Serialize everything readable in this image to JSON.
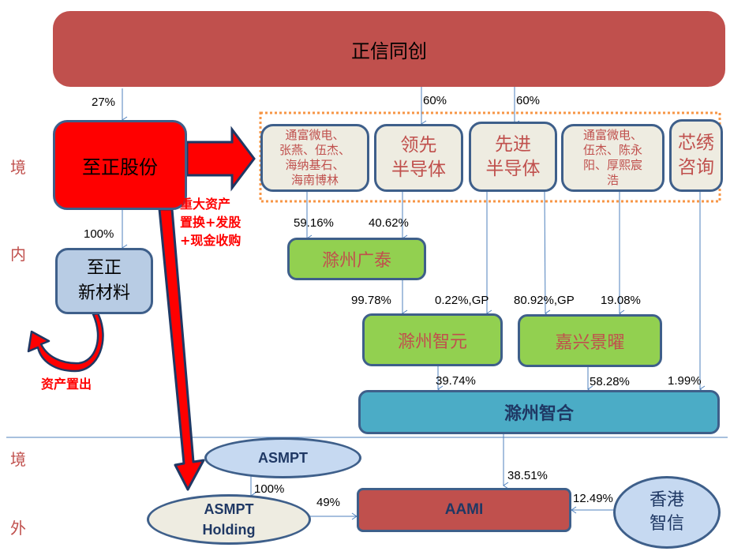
{
  "colors": {
    "top_fill": "#c0504d",
    "zhizheng_fill": "#ff0000",
    "shareholder_fill": "#eeece1",
    "shareholder_text": "#c0504d",
    "green_fill": "#92d050",
    "teal_fill": "#4bacc6",
    "light_blue_fill": "#b8cce4",
    "border": "#3e5f8a",
    "connector": "#4f81bd",
    "dotted_group": "#f79646",
    "red_arrow": "#ff0000"
  },
  "side_labels": {
    "domestic": [
      "境",
      "内"
    ],
    "overseas": [
      "境",
      "外"
    ]
  },
  "nodes": {
    "zhengxin": "正信同创",
    "zhizheng_gufen": "至正股份",
    "zhizheng_xincailiao": [
      "至正",
      "新材料"
    ],
    "shareholders_1": [
      "通富微电、",
      "张燕、伍杰、",
      "海纳基石、",
      "海南博林"
    ],
    "lingxian": [
      "领先",
      "半导体"
    ],
    "xianjin": [
      "先进",
      "半导体"
    ],
    "shareholders_2": [
      "通富微电、",
      "伍杰、陈永",
      "阳、厚熙宸",
      "浩"
    ],
    "xinxiu": [
      "芯绣",
      "咨询"
    ],
    "chuzhou_guangtai": "滁州广泰",
    "chuzhou_zhiyuan": "滁州智元",
    "jiaxing_jingyao": "嘉兴景曜",
    "chuzhou_zhihe": "滁州智合",
    "asmpt": "ASMPT",
    "asmpt_holding": [
      "ASMPT",
      "Holding"
    ],
    "aami": "AAMI",
    "xianggang_zhixin": [
      "香港",
      "智信"
    ]
  },
  "annotations": {
    "major_restructuring": [
      "重大资产",
      "置换+发股",
      "+现金收购"
    ],
    "asset_divestment": "资产置出"
  },
  "edges": [
    {
      "from": "正信同创",
      "to": "至正股份",
      "label": "27%"
    },
    {
      "from": "正信同创",
      "to": "领先半导体",
      "label": "60%"
    },
    {
      "from": "正信同创",
      "to": "先进半导体",
      "label": "60%"
    },
    {
      "from": "至正股份",
      "to": "至正新材料",
      "label": "100%"
    },
    {
      "from": "通富微电等",
      "to": "滁州广泰",
      "label": "59.16%"
    },
    {
      "from": "领先半导体",
      "to": "滁州广泰",
      "label": "40.62%"
    },
    {
      "from": "滁州广泰",
      "to": "滁州智元",
      "label": "99.78%"
    },
    {
      "from": "先进半导体",
      "to": "滁州智元",
      "label": "0.22%,GP"
    },
    {
      "from": "先进半导体",
      "to": "嘉兴景曜",
      "label": "80.92%,GP"
    },
    {
      "from": "通富微电等(2)",
      "to": "嘉兴景曜",
      "label": "19.08%"
    },
    {
      "from": "滁州智元",
      "to": "滁州智合",
      "label": "39.74%"
    },
    {
      "from": "嘉兴景曜",
      "to": "滁州智合",
      "label": "58.28%"
    },
    {
      "from": "芯绣咨询",
      "to": "滁州智合",
      "label": "1.99%"
    },
    {
      "from": "滁州智合",
      "to": "AAMI",
      "label": "38.51%"
    },
    {
      "from": "ASMPT",
      "to": "ASMPT Holding",
      "label": "100%"
    },
    {
      "from": "ASMPT Holding",
      "to": "AAMI",
      "label": "49%"
    },
    {
      "from": "香港智信",
      "to": "AAMI",
      "label": "12.49%"
    }
  ]
}
